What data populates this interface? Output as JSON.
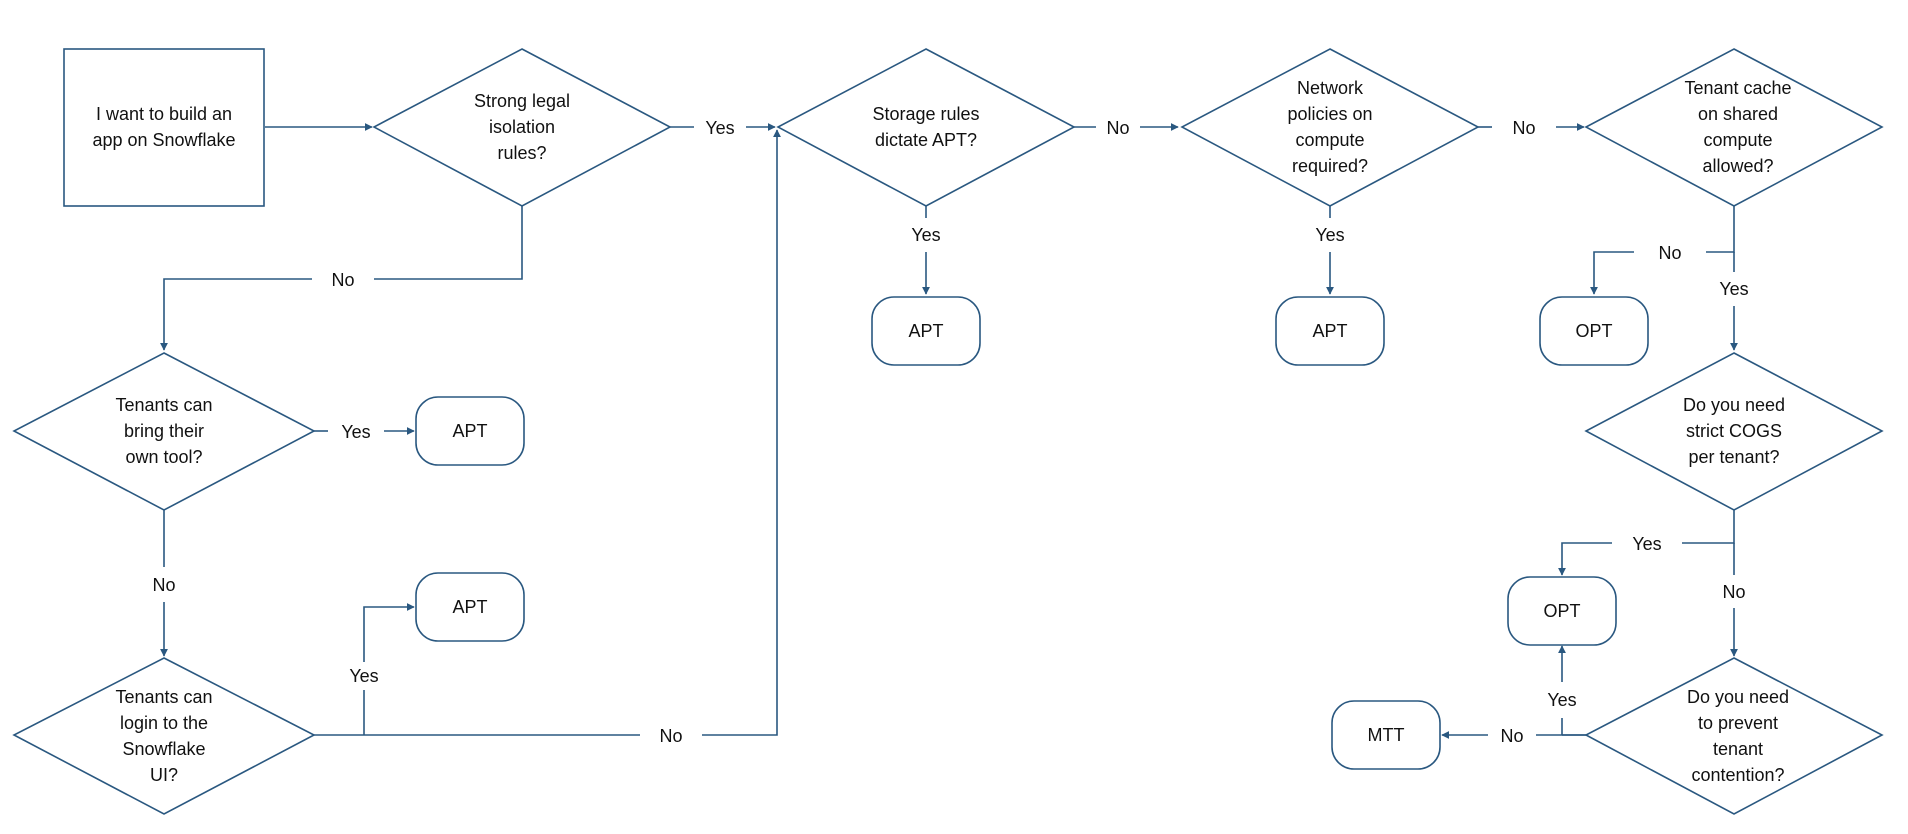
{
  "nodes": {
    "start": "I want to build an\napp on Snowflake",
    "legal": "Strong legal\nisolation\nrules?",
    "storage": "Storage rules\ndictate APT?",
    "network": "Network\npolicies on\ncompute\nrequired?",
    "cache": "Tenant cache\non shared\ncompute\nallowed?",
    "bring_tool": "Tenants can\nbring their\nown tool?",
    "login_ui": "Tenants can\nlogin to the\nSnowflake\nUI?",
    "cogs": "Do you need\nstrict COGS\nper tenant?",
    "contention": "Do you need\nto prevent\ntenant\ncontention?",
    "apt_storage": "APT",
    "apt_network": "APT",
    "opt_cache": "OPT",
    "apt_tool": "APT",
    "apt_login": "APT",
    "opt_cogs": "OPT",
    "mtt": "MTT"
  },
  "edges": {
    "legal_yes": "Yes",
    "legal_no": "No",
    "storage_no": "No",
    "storage_yes": "Yes",
    "network_no": "No",
    "network_yes": "Yes",
    "cache_no": "No",
    "cache_yes": "Yes",
    "tool_yes": "Yes",
    "tool_no": "No",
    "login_yes": "Yes",
    "login_no": "No",
    "cogs_yes": "Yes",
    "cogs_no": "No",
    "contention_yes": "Yes",
    "contention_no": "No"
  },
  "colors": {
    "stroke": "#2a5880",
    "text": "#111111"
  }
}
